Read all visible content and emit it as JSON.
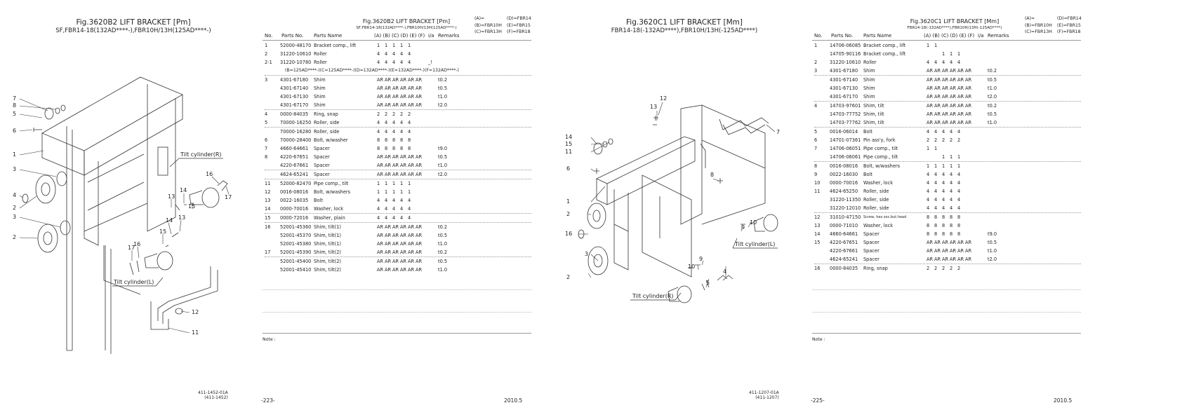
{
  "left_drawing": {
    "title": "Fig.3620B2  LIFT BRACKET [Pm]",
    "subtitle": "SF,FBR14-18(132AD****-),FBR10H/13H(125AD****-)",
    "block": [
      "411-1452-01A",
      "(411-1452)"
    ],
    "callouts": [
      "7",
      "8",
      "5",
      "6",
      "1",
      "3",
      "4",
      "2",
      "3",
      "2",
      "13",
      "14",
      "15",
      "16",
      "17",
      "15",
      "14",
      "13",
      "17",
      "16",
      "12",
      "11"
    ],
    "labels": [
      "Tilt cylinder(R)",
      "Tilt cylinder(L)"
    ]
  },
  "left_table": {
    "title": "Fig.3620B2  LIFT BRACKET [Pm]",
    "subtitle": "SF,FBR14-18(132AD****-),FBR10H/13H(125AD****-)",
    "legend": [
      [
        "(A)=",
        "(D)=FBR14"
      ],
      [
        "(B)=FBR10H",
        "(E)=FBR15"
      ],
      [
        "(C)=FBR13H",
        "(F)=FBR18"
      ]
    ],
    "headers": [
      "No.",
      "Parts No.",
      "Parts Name",
      "(A) (B) (C) (D) (E) (F)",
      "i/a",
      "Remarks"
    ],
    "rows": [
      {
        "sep": false,
        "no": "1",
        "part": "52000-48170",
        "name": "Bracket comp., lift",
        "q": [
          "1",
          "1",
          "1",
          "1",
          "1",
          ""
        ],
        "ia": "",
        "rem": ""
      },
      {
        "sep": false,
        "no": "2",
        "part": "31220-10610",
        "name": "Roller",
        "q": [
          "4",
          "4",
          "4",
          "4",
          "4",
          ""
        ],
        "ia": "",
        "rem": ""
      },
      {
        "sep": false,
        "no": "2-1",
        "part": "31220-10780",
        "name": "Roller",
        "q": [
          "4",
          "4",
          "4",
          "4",
          "4",
          ""
        ],
        "ia": "_!",
        "rem": ""
      },
      {
        "note": "(B=125AD****-)(C=125AD****-)(D=132AD****-)(E=132AD****-)(F=132AD****-)"
      },
      {
        "sep": true,
        "no": "3",
        "part": "4301-67180",
        "name": "Shim",
        "q": [
          "AR",
          "AR",
          "AR",
          "AR",
          "AR",
          "AR"
        ],
        "ia": "",
        "rem": "t0.2"
      },
      {
        "sep": false,
        "no": "",
        "part": "4301-67140",
        "name": "Shim",
        "q": [
          "AR",
          "AR",
          "AR",
          "AR",
          "AR",
          "AR"
        ],
        "ia": "",
        "rem": "t0.5"
      },
      {
        "sep": false,
        "no": "",
        "part": "4301-67130",
        "name": "Shim",
        "q": [
          "AR",
          "AR",
          "AR",
          "AR",
          "AR",
          "AR"
        ],
        "ia": "",
        "rem": "t1.0"
      },
      {
        "sep": false,
        "no": "",
        "part": "4301-67170",
        "name": "Shim",
        "q": [
          "AR",
          "AR",
          "AR",
          "AR",
          "AR",
          "AR"
        ],
        "ia": "",
        "rem": "t2.0"
      },
      {
        "sep": true,
        "no": "4",
        "part": "0000-84035",
        "name": "Ring, snap",
        "q": [
          "2",
          "2",
          "2",
          "2",
          "2",
          ""
        ],
        "ia": "",
        "rem": ""
      },
      {
        "sep": false,
        "no": "5",
        "part": "70000-16250",
        "name": "Roller, side",
        "q": [
          "4",
          "4",
          "4",
          "4",
          "4",
          ""
        ],
        "ia": "",
        "rem": ""
      },
      {
        "sep": true,
        "no": "",
        "part": "70000-16280",
        "name": "Roller, side",
        "q": [
          "4",
          "4",
          "4",
          "4",
          "4",
          ""
        ],
        "ia": "",
        "rem": ""
      },
      {
        "sep": false,
        "no": "6",
        "part": "70000-28400",
        "name": "Bolt, w/washer",
        "q": [
          "8",
          "8",
          "8",
          "8",
          "8",
          ""
        ],
        "ia": "",
        "rem": ""
      },
      {
        "sep": false,
        "no": "7",
        "part": "4660-64661",
        "name": "Spacer",
        "q": [
          "8",
          "8",
          "8",
          "8",
          "8",
          ""
        ],
        "ia": "",
        "rem": "t9.0"
      },
      {
        "sep": false,
        "no": "8",
        "part": "4220-67651",
        "name": "Spacer",
        "q": [
          "AR",
          "AR",
          "AR",
          "AR",
          "AR",
          "AR"
        ],
        "ia": "",
        "rem": "t0.5"
      },
      {
        "sep": false,
        "no": "",
        "part": "4220-67661",
        "name": "Spacer",
        "q": [
          "AR",
          "AR",
          "AR",
          "AR",
          "AR",
          "AR"
        ],
        "ia": "",
        "rem": "t1.0"
      },
      {
        "sep": true,
        "no": "",
        "part": "4624-65241",
        "name": "Spacer",
        "q": [
          "AR",
          "AR",
          "AR",
          "AR",
          "AR",
          "AR"
        ],
        "ia": "",
        "rem": "t2.0"
      },
      {
        "sep": true,
        "no": "11",
        "part": "52000-82470",
        "name": "Pipe comp., tilt",
        "q": [
          "1",
          "1",
          "1",
          "1",
          "1",
          ""
        ],
        "ia": "",
        "rem": ""
      },
      {
        "sep": false,
        "no": "12",
        "part": "0016-08016",
        "name": "Bolt, w/washers",
        "q": [
          "1",
          "1",
          "1",
          "1",
          "1",
          ""
        ],
        "ia": "",
        "rem": ""
      },
      {
        "sep": false,
        "no": "13",
        "part": "0022-16035",
        "name": "Bolt",
        "q": [
          "4",
          "4",
          "4",
          "4",
          "4",
          ""
        ],
        "ia": "",
        "rem": ""
      },
      {
        "sep": false,
        "no": "14",
        "part": "0000-70016",
        "name": "Washer, lock",
        "q": [
          "4",
          "4",
          "4",
          "4",
          "4",
          ""
        ],
        "ia": "",
        "rem": ""
      },
      {
        "sep": true,
        "no": "15",
        "part": "0000-72016",
        "name": "Washer, plain",
        "q": [
          "4",
          "4",
          "4",
          "4",
          "4",
          ""
        ],
        "ia": "",
        "rem": ""
      },
      {
        "sep": true,
        "no": "16",
        "part": "52001-45360",
        "name": "Shim, tilt(1)",
        "q": [
          "AR",
          "AR",
          "AR",
          "AR",
          "AR",
          "AR"
        ],
        "ia": "",
        "rem": "t0.2"
      },
      {
        "sep": false,
        "no": "",
        "part": "52001-45370",
        "name": "Shim, tilt(1)",
        "q": [
          "AR",
          "AR",
          "AR",
          "AR",
          "AR",
          "AR"
        ],
        "ia": "",
        "rem": "t0.5"
      },
      {
        "sep": false,
        "no": "",
        "part": "52001-45380",
        "name": "Shim, tilt(1)",
        "q": [
          "AR",
          "AR",
          "AR",
          "AR",
          "AR",
          "AR"
        ],
        "ia": "",
        "rem": "t1.0"
      },
      {
        "sep": false,
        "no": "17",
        "part": "52001-45390",
        "name": "Shim, tilt(2)",
        "q": [
          "AR",
          "AR",
          "AR",
          "AR",
          "AR",
          "AR"
        ],
        "ia": "",
        "rem": "t0.2"
      },
      {
        "sep": true,
        "no": "",
        "part": "52001-45400",
        "name": "Shim, tilt(2)",
        "q": [
          "AR",
          "AR",
          "AR",
          "AR",
          "AR",
          "AR"
        ],
        "ia": "",
        "rem": "t0.5"
      },
      {
        "sep": false,
        "no": "",
        "part": "52001-45410",
        "name": "Shim, tilt(2)",
        "q": [
          "AR",
          "AR",
          "AR",
          "AR",
          "AR",
          "AR"
        ],
        "ia": "",
        "rem": "t1.0"
      }
    ],
    "note_label": "Note :",
    "page_number": "-223-",
    "date": "2010.5"
  },
  "right_drawing": {
    "title": "Fig.3620C1  LIFT BRACKET [Mm]",
    "subtitle": "FBR14-18(-132AD****),FBR10H/13H(-125AD****)",
    "block": [
      "411-1207-01A",
      "(411-1207)"
    ],
    "callouts": [
      "12",
      "13",
      "7",
      "14",
      "15",
      "11",
      "6",
      "8",
      "1",
      "2",
      "16",
      "10",
      "9",
      "3",
      "2",
      "10",
      "9",
      "5",
      "4"
    ],
    "labels": [
      "Tilt cylinder(L)",
      "Tilt cylinder(R)"
    ]
  },
  "right_table": {
    "title": "Fig.3620C1  LIFT BRACKET [Mm]",
    "subtitle": "FBR14-18(-132AD****),FBR10H/13H(-125AD****)",
    "legend": [
      [
        "(A)=",
        "(D)=FBR14"
      ],
      [
        "(B)=FBR10H",
        "(E)=FBR15"
      ],
      [
        "(C)=FBR13H",
        "(F)=FBR18"
      ]
    ],
    "headers": [
      "No.",
      "Parts No.",
      "Parts Name",
      "(A) (B) (C) (D) (E) (F)",
      "i/a",
      "Remarks"
    ],
    "rows": [
      {
        "sep": false,
        "no": "1",
        "part": "14706-06085",
        "name": "Bracket comp., lift",
        "q": [
          "1",
          "1",
          "",
          "",
          "",
          ""
        ],
        "ia": "",
        "rem": ""
      },
      {
        "sep": false,
        "no": "",
        "part": "14705-90116",
        "name": "Bracket comp., lift",
        "q": [
          "",
          "",
          "1",
          "1",
          "1",
          ""
        ],
        "ia": "",
        "rem": ""
      },
      {
        "sep": false,
        "no": "2",
        "part": "31220-10610",
        "name": "Roller",
        "q": [
          "4",
          "4",
          "4",
          "4",
          "4",
          ""
        ],
        "ia": "",
        "rem": ""
      },
      {
        "sep": false,
        "no": "3",
        "part": "4301-67180",
        "name": "Shim",
        "q": [
          "AR",
          "AR",
          "AR",
          "AR",
          "AR",
          "AR"
        ],
        "ia": "",
        "rem": "t0.2"
      },
      {
        "sep": true,
        "no": "",
        "part": "4301-67140",
        "name": "Shim",
        "q": [
          "AR",
          "AR",
          "AR",
          "AR",
          "AR",
          "AR"
        ],
        "ia": "",
        "rem": "t0.5"
      },
      {
        "sep": false,
        "no": "",
        "part": "4301-67130",
        "name": "Shim",
        "q": [
          "AR",
          "AR",
          "AR",
          "AR",
          "AR",
          "AR"
        ],
        "ia": "",
        "rem": "t1.0"
      },
      {
        "sep": false,
        "no": "",
        "part": "4301-67170",
        "name": "Shim",
        "q": [
          "AR",
          "AR",
          "AR",
          "AR",
          "AR",
          "AR"
        ],
        "ia": "",
        "rem": "t2.0"
      },
      {
        "sep": true,
        "no": "4",
        "part": "14703-97601",
        "name": "Shim, tilt",
        "q": [
          "AR",
          "AR",
          "AR",
          "AR",
          "AR",
          "AR"
        ],
        "ia": "",
        "rem": "t0.2"
      },
      {
        "sep": false,
        "no": "",
        "part": "14703-77752",
        "name": "Shim, tilt",
        "q": [
          "AR",
          "AR",
          "AR",
          "AR",
          "AR",
          "AR"
        ],
        "ia": "",
        "rem": "t0.5"
      },
      {
        "sep": false,
        "no": "",
        "part": "14703-77762",
        "name": "Shim, tilt",
        "q": [
          "AR",
          "AR",
          "AR",
          "AR",
          "AR",
          "AR"
        ],
        "ia": "",
        "rem": "t1.0"
      },
      {
        "sep": true,
        "no": "5",
        "part": "0016-06014",
        "name": "Bolt",
        "q": [
          "4",
          "4",
          "4",
          "4",
          "4",
          ""
        ],
        "ia": "",
        "rem": ""
      },
      {
        "sep": false,
        "no": "6",
        "part": "14701-07361",
        "name": "Pin ass'y, fork",
        "q": [
          "2",
          "2",
          "2",
          "2",
          "2",
          ""
        ],
        "ia": "",
        "rem": ""
      },
      {
        "sep": false,
        "no": "7",
        "part": "14706-06051",
        "name": "Pipe comp., tilt",
        "q": [
          "1",
          "1",
          "",
          "",
          "",
          ""
        ],
        "ia": "",
        "rem": ""
      },
      {
        "sep": false,
        "no": "",
        "part": "14706-06061",
        "name": "Pipe comp., tilt",
        "q": [
          "",
          "",
          "1",
          "1",
          "1",
          ""
        ],
        "ia": "",
        "rem": ""
      },
      {
        "sep": true,
        "no": "8",
        "part": "0016-08016",
        "name": "Bolt, w/washers",
        "q": [
          "1",
          "1",
          "1",
          "1",
          "1",
          ""
        ],
        "ia": "",
        "rem": ""
      },
      {
        "sep": false,
        "no": "9",
        "part": "0022-16030",
        "name": "Bolt",
        "q": [
          "4",
          "4",
          "4",
          "4",
          "4",
          ""
        ],
        "ia": "",
        "rem": ""
      },
      {
        "sep": false,
        "no": "10",
        "part": "0000-70016",
        "name": "Washer, lock",
        "q": [
          "4",
          "4",
          "4",
          "4",
          "4",
          ""
        ],
        "ia": "",
        "rem": ""
      },
      {
        "sep": false,
        "no": "11",
        "part": "4624-65250",
        "name": "Roller, side",
        "q": [
          "4",
          "4",
          "4",
          "4",
          "4",
          ""
        ],
        "ia": "",
        "rem": ""
      },
      {
        "sep": false,
        "no": "",
        "part": "31220-11350",
        "name": "Roller, side",
        "q": [
          "4",
          "4",
          "4",
          "4",
          "4",
          ""
        ],
        "ia": "",
        "rem": ""
      },
      {
        "sep": false,
        "no": "",
        "part": "31220-12010",
        "name": "Roller, side",
        "q": [
          "4",
          "4",
          "4",
          "4",
          "4",
          ""
        ],
        "ia": "",
        "rem": ""
      },
      {
        "sep": true,
        "no": "12",
        "part": "31010-47150",
        "name": "Screw, hex soc.but.head",
        "small": true,
        "q": [
          "8",
          "8",
          "8",
          "8",
          "8",
          ""
        ],
        "ia": "",
        "rem": ""
      },
      {
        "sep": false,
        "no": "13",
        "part": "0000-71010",
        "name": "Washer, lock",
        "q": [
          "8",
          "8",
          "8",
          "8",
          "8",
          ""
        ],
        "ia": "",
        "rem": ""
      },
      {
        "sep": false,
        "no": "14",
        "part": "4660-64661",
        "name": "Spacer",
        "q": [
          "8",
          "8",
          "8",
          "8",
          "8",
          ""
        ],
        "ia": "",
        "rem": "t9.0"
      },
      {
        "sep": false,
        "no": "15",
        "part": "4220-67651",
        "name": "Spacer",
        "q": [
          "AR",
          "AR",
          "AR",
          "AR",
          "AR",
          "AR"
        ],
        "ia": "",
        "rem": "t0.5"
      },
      {
        "sep": false,
        "no": "",
        "part": "4220-67661",
        "name": "Spacer",
        "q": [
          "AR",
          "AR",
          "AR",
          "AR",
          "AR",
          "AR"
        ],
        "ia": "",
        "rem": "t1.0"
      },
      {
        "sep": false,
        "no": "",
        "part": "4624-65241",
        "name": "Spacer",
        "q": [
          "AR",
          "AR",
          "AR",
          "AR",
          "AR",
          "AR"
        ],
        "ia": "",
        "rem": "t2.0"
      },
      {
        "sep": true,
        "no": "16",
        "part": "0000-84035",
        "name": "Ring, snap",
        "q": [
          "2",
          "2",
          "2",
          "2",
          "2",
          ""
        ],
        "ia": "",
        "rem": ""
      }
    ],
    "note_label": "Note :",
    "page_number": "-225-",
    "date": "2010.5"
  }
}
